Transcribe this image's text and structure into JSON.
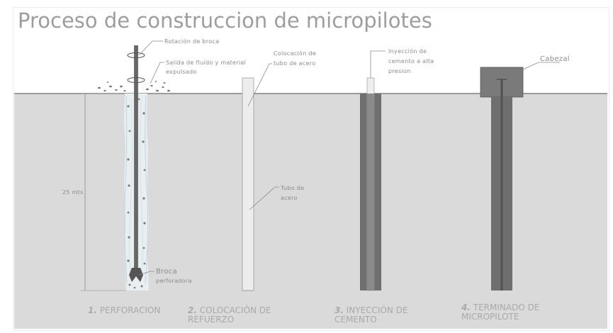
{
  "title": "Proceso de construccion de micropilotes",
  "labels": {
    "rotacion": "Rotación de broca",
    "salida_1": "Salida de fluído y material",
    "salida_2": "expulsado",
    "colocacion_1": "Colocación de",
    "colocacion_2": "tubo de acero",
    "inyeccion_1": "Inyección de",
    "inyeccion_2": "cemento a alta",
    "inyeccion_3": "presion",
    "cabezal": "Cabezal",
    "tubo_1": "Tubo de",
    "tubo_2": "acero",
    "broca_1": "Broca",
    "broca_2": "perforadora",
    "depth": "25 mts"
  },
  "steps": [
    {
      "num": "1.",
      "line1": "PERFORACION",
      "line2": ""
    },
    {
      "num": "2.",
      "line1": "COLOCACIÓN DE",
      "line2": "REFUERZO"
    },
    {
      "num": "3.",
      "line1": "INYECCIÓN DE",
      "line2": "CEMENTO"
    },
    {
      "num": "4.",
      "line1": "TERMINADO DE",
      "line2": "MICROPILOTE"
    }
  ],
  "colors": {
    "ground": "#dadada",
    "ground_line": "#6e6e6e",
    "pile": "#6f6f6f",
    "pile_dark": "#555555",
    "tube": "#ededed",
    "water": "#bcd6e4",
    "label": "#8a8a8a",
    "step_text": "#a9a9a9"
  }
}
